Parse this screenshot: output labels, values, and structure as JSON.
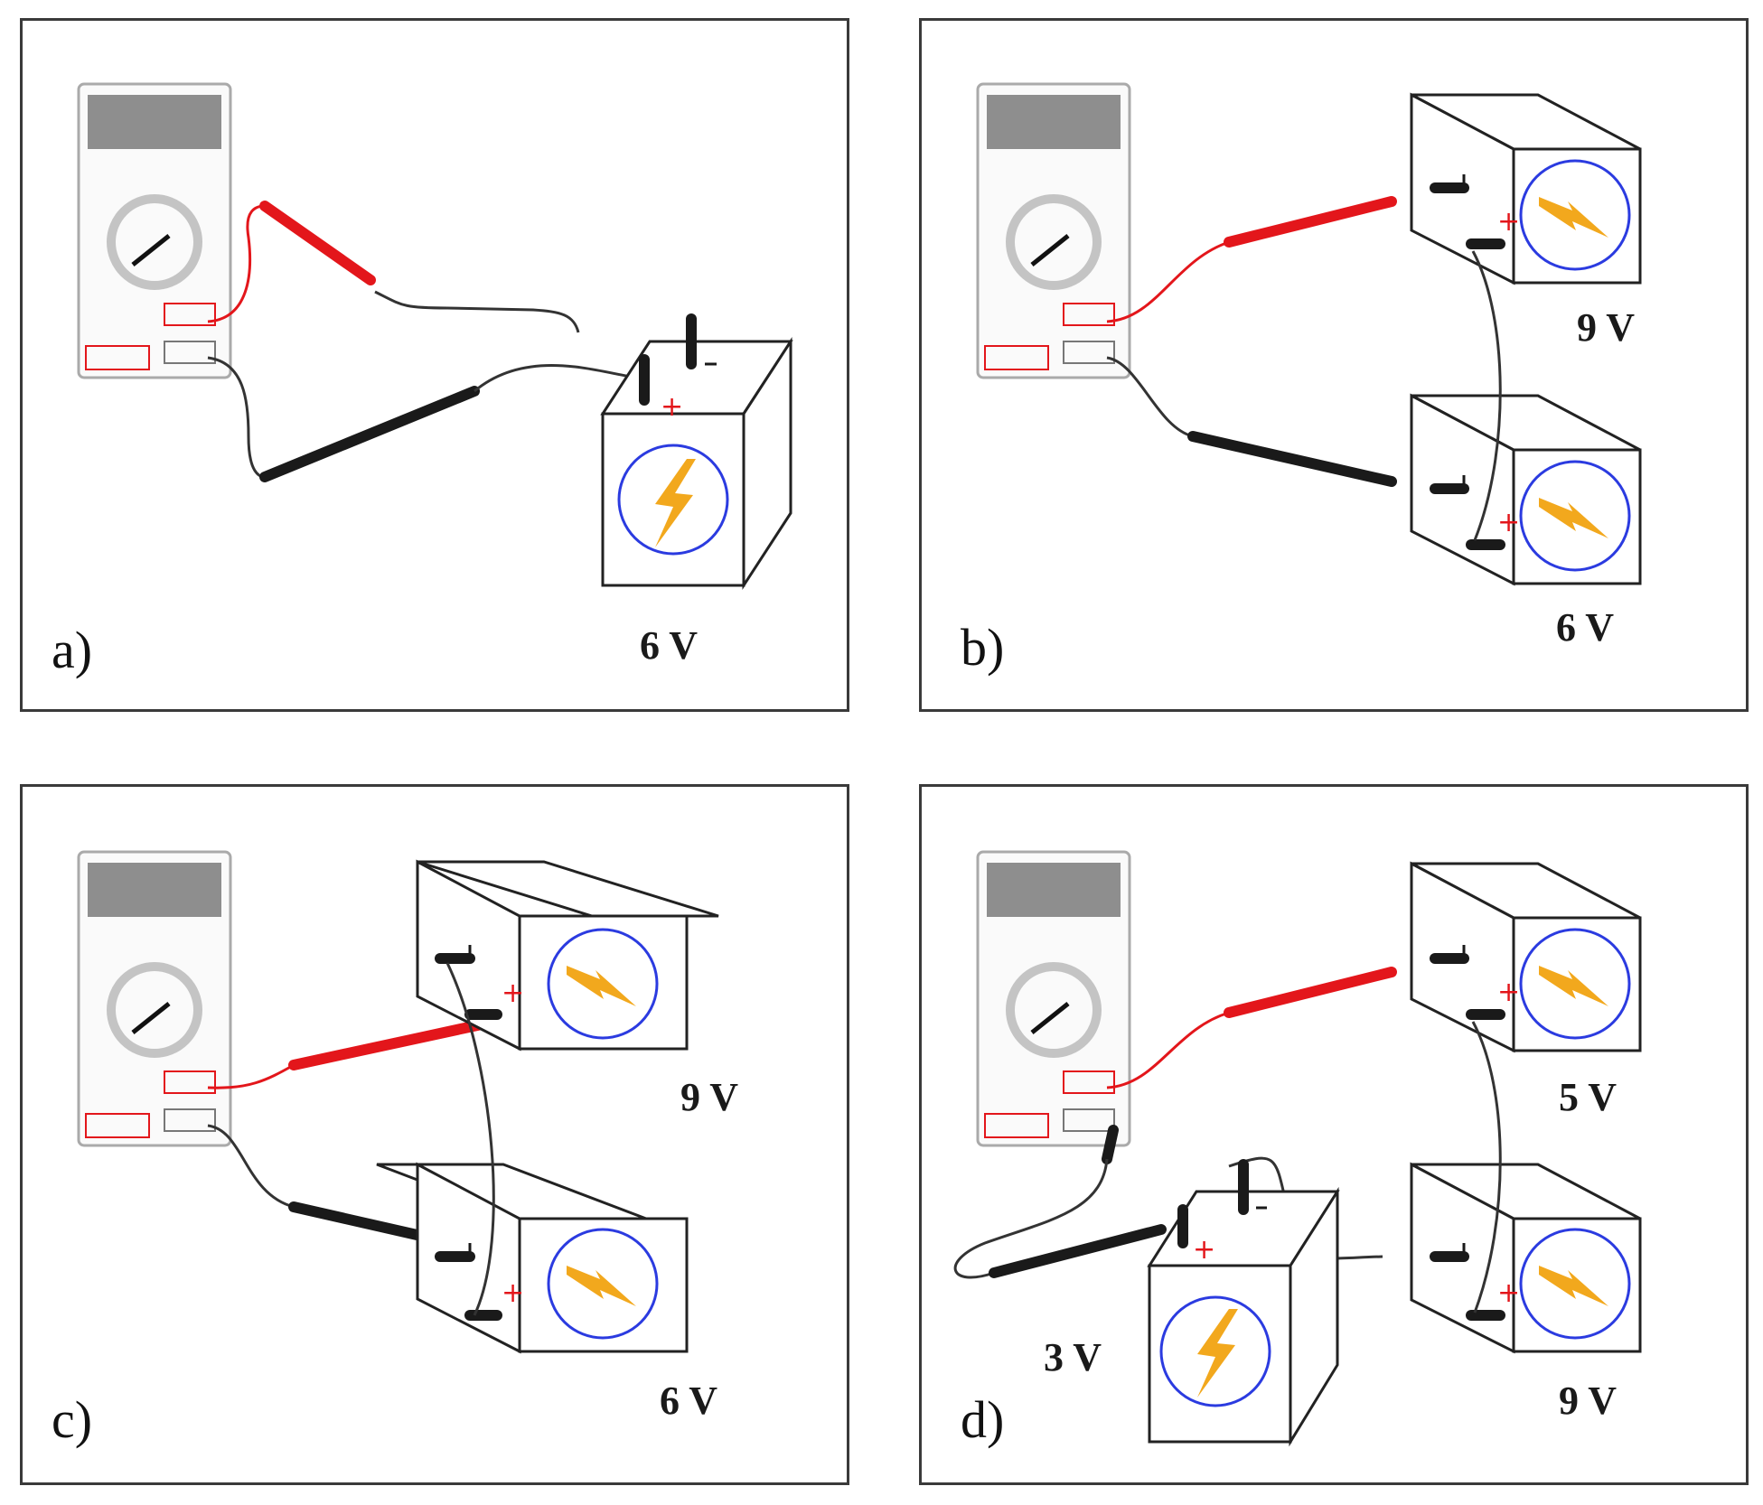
{
  "panels": [
    {
      "letter": "a)",
      "batteries": [
        {
          "voltage": "6 V"
        }
      ]
    },
    {
      "letter": "b)",
      "batteries": [
        {
          "voltage": "9 V"
        },
        {
          "voltage": "6 V"
        }
      ]
    },
    {
      "letter": "c)",
      "batteries": [
        {
          "voltage": "9 V"
        },
        {
          "voltage": "6 V"
        }
      ]
    },
    {
      "letter": "d)",
      "batteries": [
        {
          "voltage": "5 V"
        },
        {
          "voltage": "9 V"
        },
        {
          "voltage": "3 V"
        }
      ]
    }
  ],
  "colors": {
    "frame": "#3a3a3a",
    "red_lead": "#e3161b",
    "black_lead": "#1a1a1a",
    "bolt": "#f2a81d",
    "circle": "#2b3be0",
    "meter_display": "#8e8e8e"
  },
  "icons": [
    "multimeter-icon",
    "battery-icon",
    "lightning-bolt-icon",
    "plus-sign-icon"
  ]
}
